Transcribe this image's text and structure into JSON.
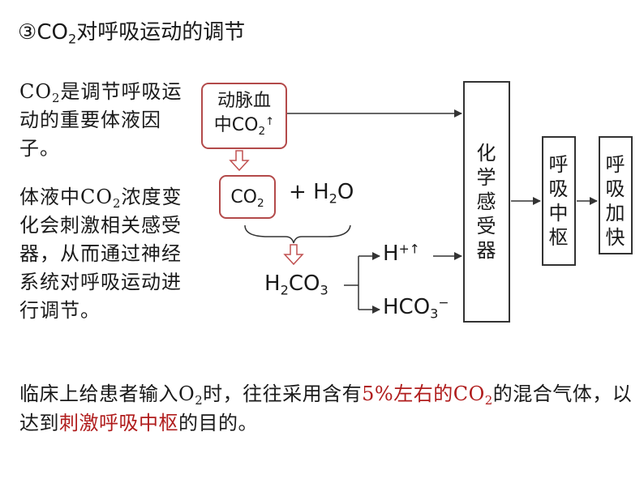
{
  "title": {
    "num": "③",
    "co": "CO",
    "sub": "2",
    "rest": "对呼吸运动的调节"
  },
  "para1": {
    "a": "CO",
    "sub": "2",
    "b": "是调节呼吸运动的重要体液因子。"
  },
  "para2": {
    "a": "体液中CO",
    "sub": "2",
    "b": "浓度变化会刺激相关感受器，从而通过神经系统对呼吸运动进行调节。"
  },
  "diagram": {
    "artery": {
      "line1": "动脉血",
      "line2a": "中CO",
      "line2sub": "2",
      "line2sup": "↑"
    },
    "co2": {
      "base": "CO",
      "sub": "2"
    },
    "plus": "+ ",
    "h2o": {
      "a": "H",
      "sub": "2",
      "b": "O"
    },
    "h2co3": {
      "a": "H",
      "sub1": "2",
      "b": "CO",
      "sub2": "3"
    },
    "hplus": {
      "base": "H",
      "sup": "+↑"
    },
    "hco3": {
      "base": "HCO",
      "sub": "3",
      "sup": "−"
    },
    "chemoreceptor": [
      "化",
      "学",
      "感",
      "受",
      "器"
    ],
    "resp_center": [
      "呼",
      "吸",
      "中",
      "枢"
    ],
    "resp_faster": [
      "呼",
      "吸",
      "加",
      "快"
    ]
  },
  "bottom": {
    "a": "临床上给患者输入O",
    "sub1": "2",
    "b": "时，往往采用含有",
    "red1a": "5%左右的CO",
    "red1sub": "2",
    "c": "的混合气体，以达到",
    "red2": "刺激呼吸中枢",
    "d": "的目的。"
  },
  "colors": {
    "box_border_red": "#b34a4a",
    "highlight_red": "#b01c1c",
    "line": "#333333"
  }
}
